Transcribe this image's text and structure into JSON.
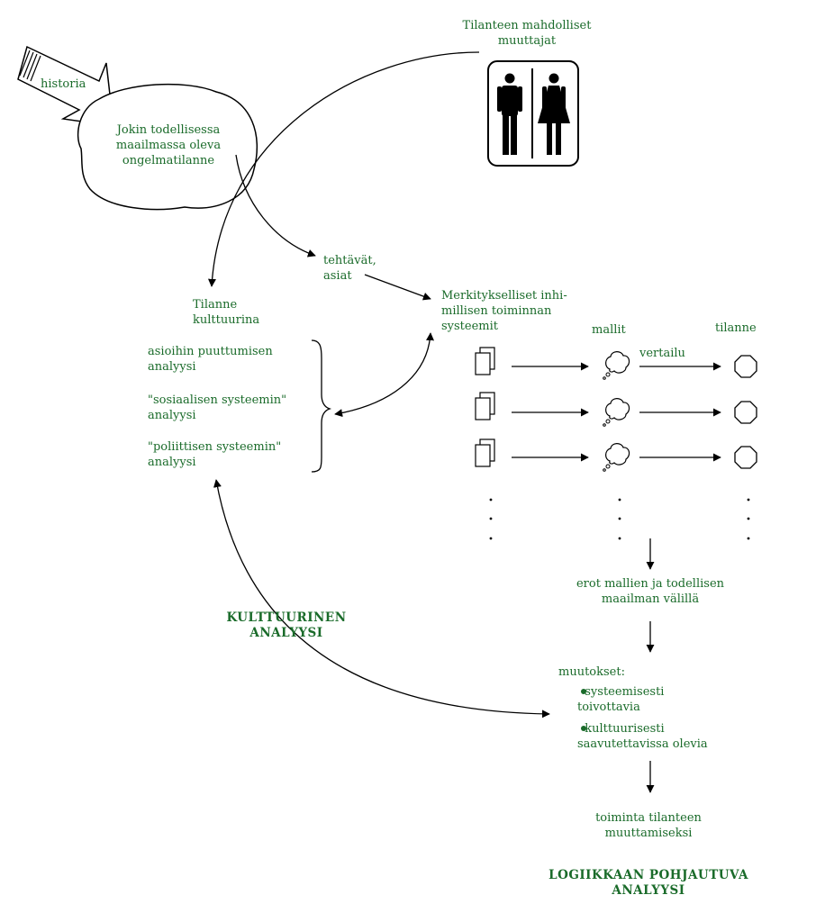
{
  "history": {
    "label": "historia"
  },
  "problem": {
    "line1": "Jokin todellisessa",
    "line2": "maailmassa oleva",
    "line3": "ongelmatilanne"
  },
  "actors": {
    "line1": "Tilanteen mahdolliset",
    "line2": "muuttajat",
    "icon": "restroom-people-icon"
  },
  "tasks": {
    "line1": "tehtävät,",
    "line2": "asiat"
  },
  "culture": {
    "title1": "Tilanne",
    "title2": "kulttuurina",
    "items": [
      {
        "line1": "asioihin puuttumisen",
        "line2": "analyysi"
      },
      {
        "line1": "\"sosiaalisen systeemin\"",
        "line2": "analyysi"
      },
      {
        "line1": "\"poliittisen systeemin\"",
        "line2": "analyysi"
      }
    ]
  },
  "systems": {
    "line1": "Merkitykselliset inhi-",
    "line2": "millisen toiminnan",
    "line3": "systeemit"
  },
  "headers": {
    "models": "mallit",
    "comparison": "vertailu",
    "situation": "tilanne"
  },
  "differences": {
    "line1": "erot mallien ja todellisen",
    "line2": "maailman välillä"
  },
  "changes": {
    "title": "muutokset:",
    "items": [
      {
        "line1": "systeemisesti",
        "line2": "toivottavia"
      },
      {
        "line1": "kulttuurisesti",
        "line2": "saavutettavissa olevia"
      }
    ]
  },
  "action": {
    "line1": "toiminta tilanteen",
    "line2": "muuttamiseksi"
  },
  "cultural_analysis": {
    "line1": "KULTTUURINEN",
    "line2": "ANALYYSI"
  },
  "logic_analysis": {
    "line1": "LOGIIKKAAN POHJAUTUVA",
    "line2": "ANALYYSI"
  },
  "colors": {
    "text": "#1a6b2a",
    "line": "#000000"
  }
}
